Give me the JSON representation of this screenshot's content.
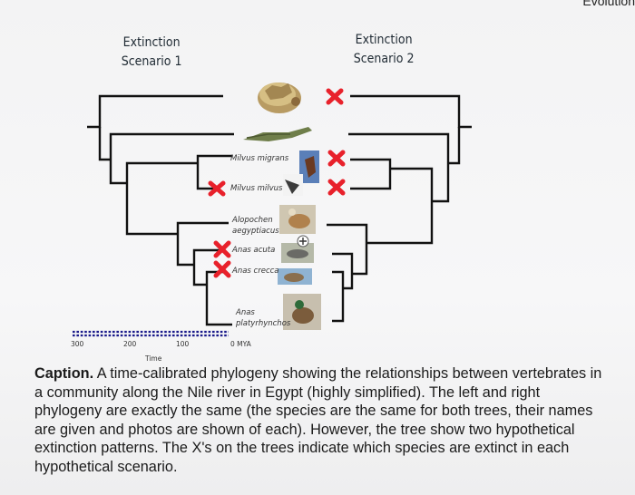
{
  "header_fragment": "Evolution",
  "scenarios": {
    "left": {
      "line1": "Extinction",
      "line2": "Scenario 1"
    },
    "right": {
      "line1": "Extinction",
      "line2": "Scenario 2"
    }
  },
  "species": [
    {
      "id": "tortoise",
      "name": ""
    },
    {
      "id": "crocodile",
      "name": ""
    },
    {
      "id": "milvus-migrans",
      "name": "Milvus migrans"
    },
    {
      "id": "milvus-milvus",
      "name": "Milvus milvus"
    },
    {
      "id": "alopochen",
      "name_line1": "Alopochen",
      "name_line2": "aegyptiacus"
    },
    {
      "id": "anas-acuta",
      "name": "Anas acuta"
    },
    {
      "id": "anas-crecca",
      "name": "Anas crecca"
    },
    {
      "id": "anas-platy",
      "name_line1": "Anas",
      "name_line2": "platyrhynchos"
    }
  ],
  "extinctions": {
    "scenario_1": [
      "milvus-milvus",
      "anas-acuta",
      "anas-crecca"
    ],
    "scenario_2": [
      "tortoise",
      "milvus-migrans",
      "milvus-milvus"
    ]
  },
  "axis": {
    "ticks": [
      "300",
      "200",
      "100"
    ],
    "end_label": "0 MYA",
    "title": "Time"
  },
  "caption": {
    "lead": "Caption.",
    "lines": [
      " A time-calibrated phylogeny showing the relationships between vertebrates in",
      "a community along the Nile river in Egypt (highly simplified). The left and right",
      "phylogeny are exactly the same (the species are the same for both trees, their names",
      "are given and photos are shown of each). However, the tree show two hypothetical",
      "extinction patterns. The X's on the trees indicate which species are extinct in each",
      "hypothetical scenario."
    ]
  },
  "colors": {
    "tree_line": "#111111",
    "extinct_x": "#e8212b",
    "caption_text": "#1b1b1b"
  }
}
